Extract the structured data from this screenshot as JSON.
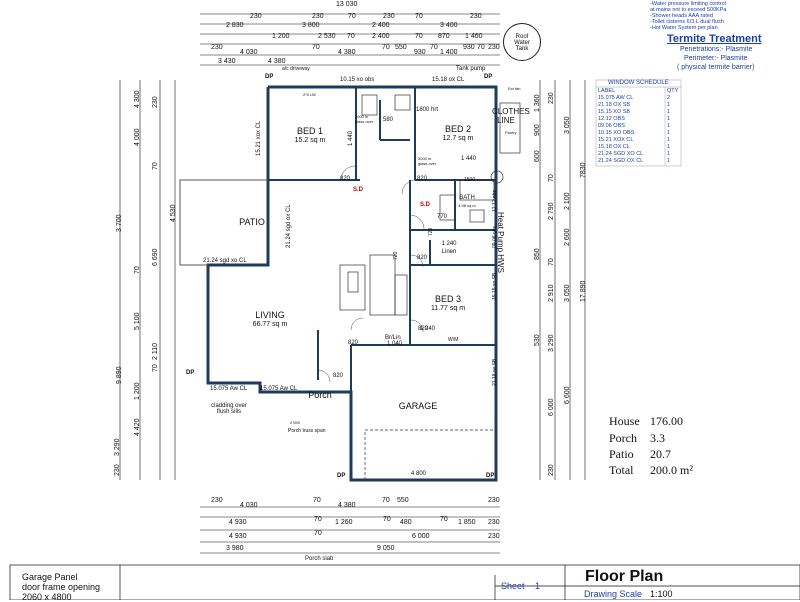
{
  "top_dims": {
    "row1": [
      "13 030"
    ],
    "row2": [
      "230",
      "230",
      "70",
      "230",
      "70",
      "230"
    ],
    "row3": [
      "2 830",
      "3 800",
      "2 400",
      "3 400"
    ],
    "row4": [
      "1 200",
      "2 530",
      "70",
      "2 400",
      "70",
      "870",
      "1 460"
    ],
    "row5": [
      "230",
      "4 030",
      "70",
      "4 380",
      "70",
      "550",
      "930",
      "70",
      "1 400",
      "930",
      "70",
      "230"
    ],
    "row6": [
      "3 430",
      "4 380"
    ]
  },
  "bottom_dims": {
    "row1": [
      "230",
      "4 030",
      "70",
      "4 380",
      "70",
      "550",
      "230"
    ],
    "row2": [
      "4 930",
      "70",
      "1 260",
      "70",
      "480",
      "70",
      "1 850",
      "230"
    ],
    "row3": [
      "4 930",
      "70",
      "6 000",
      "230"
    ],
    "row4": [
      "3 980",
      "9 050"
    ],
    "porch_slab": "Porch slab"
  },
  "left_dims": [
    "230",
    "4 300",
    "70",
    "3 700",
    "70",
    "5 100",
    "70",
    "1 200",
    "3 290",
    "230",
    "4 000",
    "4 530",
    "6 690",
    "2 110",
    "4 420",
    "9 890"
  ],
  "right_dims": [
    "1 360",
    "230",
    "3 050",
    "2 100",
    "7830",
    "70",
    "2 790",
    "2 600",
    "3 290",
    "2 910",
    "70",
    "3 050",
    "6 600",
    "6 000",
    "230",
    "17 890",
    "600",
    "900",
    "850",
    "530"
  ],
  "rooms": {
    "bed1": {
      "name": "BED 1",
      "area": "15.2 sq m"
    },
    "bed2": {
      "name": "BED 2",
      "area": "12.7 sq m"
    },
    "bed3": {
      "name": "BED 3",
      "area": "11.77 sq m"
    },
    "patio": {
      "name": "PATIO"
    },
    "living": {
      "name": "LIVING",
      "area": "66.77 sq m"
    },
    "porch": {
      "name": "Porch"
    },
    "garage": {
      "name": "GARAGE"
    },
    "bath": {
      "name": "BATH",
      "area": "4.98 sq m"
    },
    "linen": {
      "name": "Linen",
      "dim": "1 240"
    },
    "clothes_line": "CLOTHES LINE",
    "heat_pump": "Heat Pump HWS",
    "br_lin": "Br/Lin",
    "wm": "W/M"
  },
  "labels": {
    "roof_water_tank": "Roof Water Tank",
    "tank_pump": "Tank pump",
    "ac_driveway": "a/c driveway",
    "obs_top_bed1": "10.15 xo obs",
    "obs_top_bed2": "15.18 ox CL",
    "bed1_side": "15.21 xox CL",
    "patio_door": "21.24 sgd xo CL",
    "patio_side": "21.24 sgd ox CL",
    "liv_side": "21.18 ox SB",
    "bed3_side": "15.15 xo SB",
    "bath_side": "09.06 obs",
    "bed2_side": "12.12 obs",
    "living_bottom1": "15.075 Aw CL",
    "living_bottom2": "15.075 Aw CL",
    "cladding": "cladding over flush sills",
    "porch_truss": "Porch truss span",
    "dp1": "DP",
    "dp2": "DP",
    "dp3": "DP",
    "dp4": "DP",
    "dp5": "DP",
    "d820a": "820",
    "d820b": "820",
    "d820c": "820",
    "d820d": "820",
    "d820e": "820",
    "d820f": "820",
    "d720a": "720",
    "d720b": "720",
    "d770": "770",
    "d1440a": "1 440",
    "d1440b": "1 440",
    "d1240": "1 240",
    "d1040": "1 040",
    "d1800": "1800 hrt",
    "d1500": "1500",
    "d4800": "4 800",
    "d2590": "2 590",
    "d580": "580",
    "sd1": "S.D",
    "sd2": "S.D",
    "glass1": "3000 hr glass over",
    "glass2": "3000 hr glass over",
    "lw": "2*0 LW",
    "ensuite_ex": "Ext fan",
    "pantry": "Pantry"
  },
  "notes": [
    "-Water pressure limiting control",
    "at mains not to exceed 500KPa",
    "-Shower heads AAA rated",
    "-Toilet cisterns 6/3 L dual flush",
    "-Hot Water System per plan"
  ],
  "termite": {
    "title": "Termite Treatment",
    "lines": [
      "Penetrations:- Plasmite",
      "Perimeter:- Plasmite",
      "( physical termite barrier)"
    ]
  },
  "window_schedule": {
    "title": "WINDOW SCHEDULE",
    "headers": [
      "LABEL",
      "QTY"
    ],
    "rows": [
      [
        "15.075 AW CL",
        "2"
      ],
      [
        "21.18 OX SB",
        "1"
      ],
      [
        "15.15 XO SB",
        "1"
      ],
      [
        "12.12 OBS",
        "1"
      ],
      [
        "09.06 OBS",
        "1"
      ],
      [
        "10.15 XO OBS",
        "1"
      ],
      [
        "15.21 XOX CL",
        "1"
      ],
      [
        "15.18 OX CL",
        "1"
      ],
      [
        "21.24 SGD XO CL",
        "1"
      ],
      [
        "21.24 SGD OX CL",
        "1"
      ]
    ]
  },
  "areas": [
    {
      "label": "House",
      "value": "176.00"
    },
    {
      "label": "Porch",
      "value": "3.3"
    },
    {
      "label": "Patio",
      "value": "20.7"
    },
    {
      "label": "Total",
      "value": "200.0 m²"
    }
  ],
  "title_block": {
    "garage_note": [
      "Garage Panel",
      "door frame opening",
      "2060 x 4800"
    ],
    "sheet_label": "Sheet",
    "sheet_value": "1",
    "title": "Floor Plan",
    "scale_label": "Drawing Scale",
    "scale_value": "1:100"
  }
}
